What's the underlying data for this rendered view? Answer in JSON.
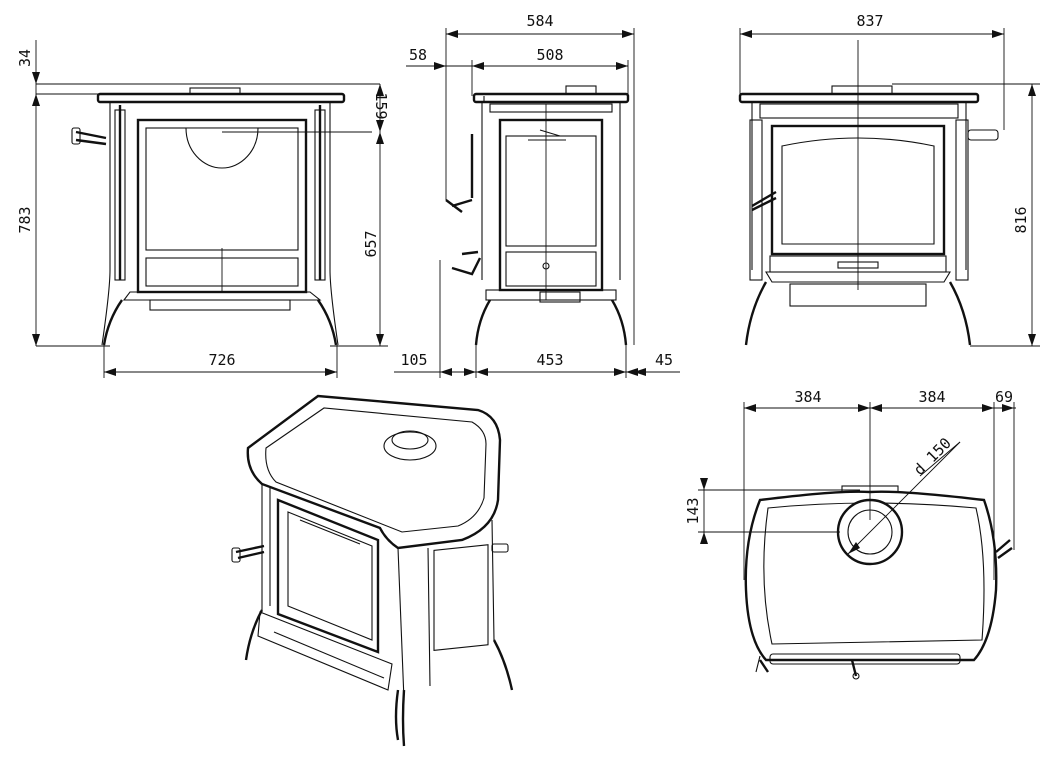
{
  "colors": {
    "line": "#111111",
    "background": "#ffffff"
  },
  "dims": {
    "front": {
      "top_gap": "34",
      "total_height": "783",
      "flue_offset": "159",
      "body_height": "657",
      "width": "726"
    },
    "side": {
      "overall_depth": "584",
      "body_depth": "508",
      "handle_offset": "58",
      "rear_gap": "105",
      "base_depth": "453",
      "front_gap": "45"
    },
    "back": {
      "width": "837",
      "height": "816"
    },
    "top": {
      "half_left": "384",
      "half_right": "384",
      "handle_overhang": "69",
      "flue_depth": "143",
      "flue_diameter": "d 150"
    }
  }
}
